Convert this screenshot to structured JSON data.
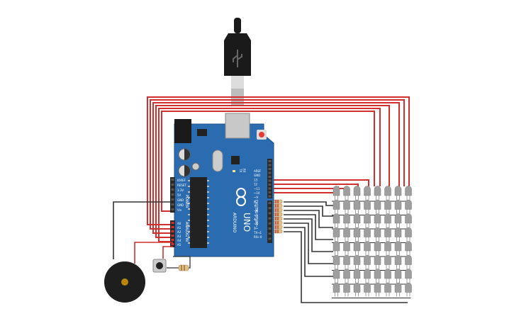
{
  "board": {
    "brand": "ARDUINO",
    "model": "UNO",
    "digital_label": "DIGITAL (PWM~)",
    "power_label": "POWER",
    "analog_label": "ANALOG IN",
    "tx_label": "TX",
    "rx_label": "RX",
    "left_header_pins": [
      "IOREF",
      "RESET",
      "3.3V",
      "5V",
      "GND",
      "GND",
      "Vin"
    ],
    "analog_pins": [
      "A0",
      "A1",
      "A2",
      "A3",
      "A4",
      "A5"
    ],
    "digital_pins": [
      "AREF",
      "GND",
      "13",
      "12",
      "~11",
      "~10",
      "~9",
      "8",
      "7",
      "~6",
      "~5",
      "4",
      "~3",
      "2",
      "TX→1",
      "RX←0"
    ]
  },
  "colors": {
    "board": "#2b6cb0",
    "board_edge": "#1d4f86",
    "wire_red": "#d32f2f",
    "wire_black": "#333333",
    "led": "#9e9e9e",
    "header": "#2a2a2a",
    "chip": "#222222",
    "buzzer": "#1e1e1e",
    "buzzer_center": "#b8860b",
    "usb_body": "#1a1a1a",
    "usb_metal": "#bdbdbd"
  },
  "matrix": {
    "rows": 8,
    "cols": 8
  }
}
